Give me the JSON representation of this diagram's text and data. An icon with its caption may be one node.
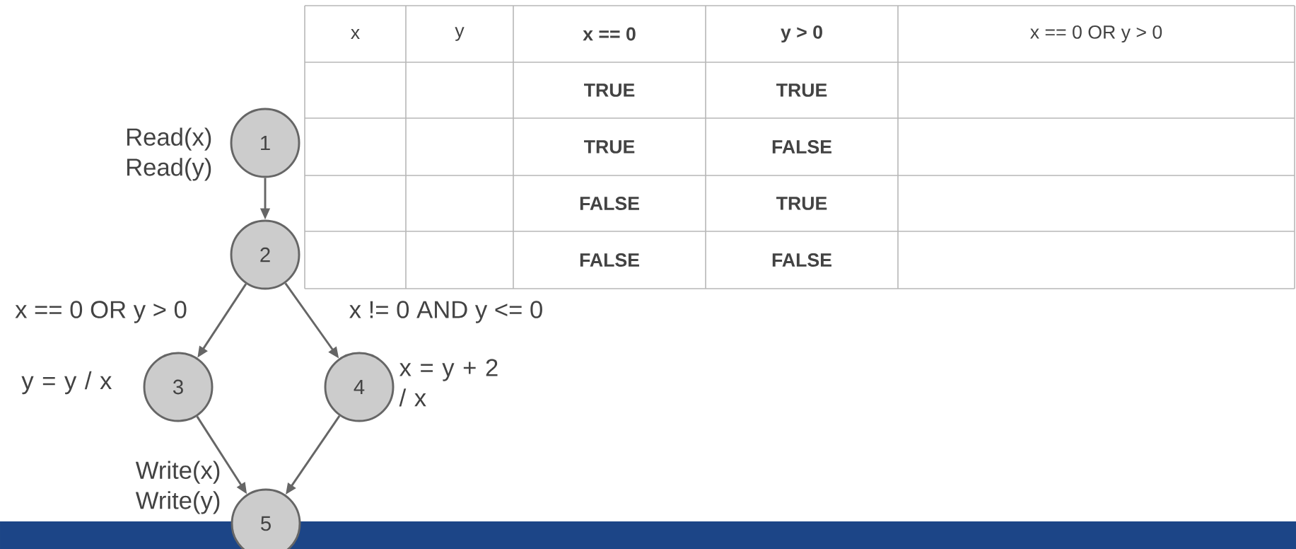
{
  "diagram": {
    "nodes": [
      {
        "text": [
          "1"
        ],
        "beside": [
          "Read(x) Read(y)"
        ]
      },
      {
        "text": [
          "2"
        ]
      },
      {
        "text": [
          "3"
        ],
        "beside": [
          "y = y / x"
        ]
      },
      {
        "text": [
          "4"
        ],
        "beside": [
          "x = y + 2 / x"
        ]
      },
      {
        "text": [
          "5"
        ],
        "beside": [
          "Write(x) Write(y)"
        ]
      }
    ],
    "edges": [
      {
        "from": 0,
        "to": 1,
        "arrow": "to"
      },
      {
        "from": 1,
        "to": 2,
        "arrow": "to",
        "label": "x == 0 OR y > 0"
      },
      {
        "from": 1,
        "to": 3,
        "arrow": "to",
        "label": "x != 0 AND y <= 0"
      },
      {
        "from": 2,
        "to": 4,
        "arrow": "to"
      },
      {
        "from": 3,
        "to": 4,
        "arrow": "to"
      }
    ],
    "labels": [
      "x",
      "y",
      "x == 0",
      "y > 0",
      "x == 0 OR y > 0",
      "TRUE",
      "TRUE",
      "TRUE",
      "FALSE",
      "FALSE",
      "TRUE",
      "FALSE",
      "FALSE"
    ]
  }
}
